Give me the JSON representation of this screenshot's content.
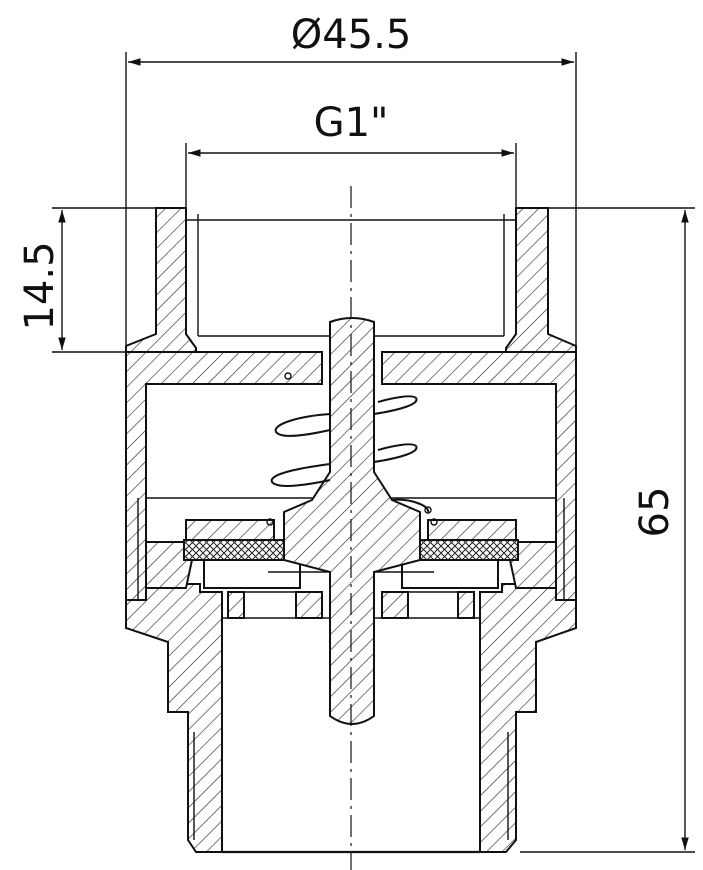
{
  "dimensions": {
    "outer_diameter": "Ø45.5",
    "thread": "G1\"",
    "thread_depth": "14.5",
    "overall_height": "65"
  },
  "colors": {
    "line": "#111111",
    "background": "#ffffff"
  }
}
